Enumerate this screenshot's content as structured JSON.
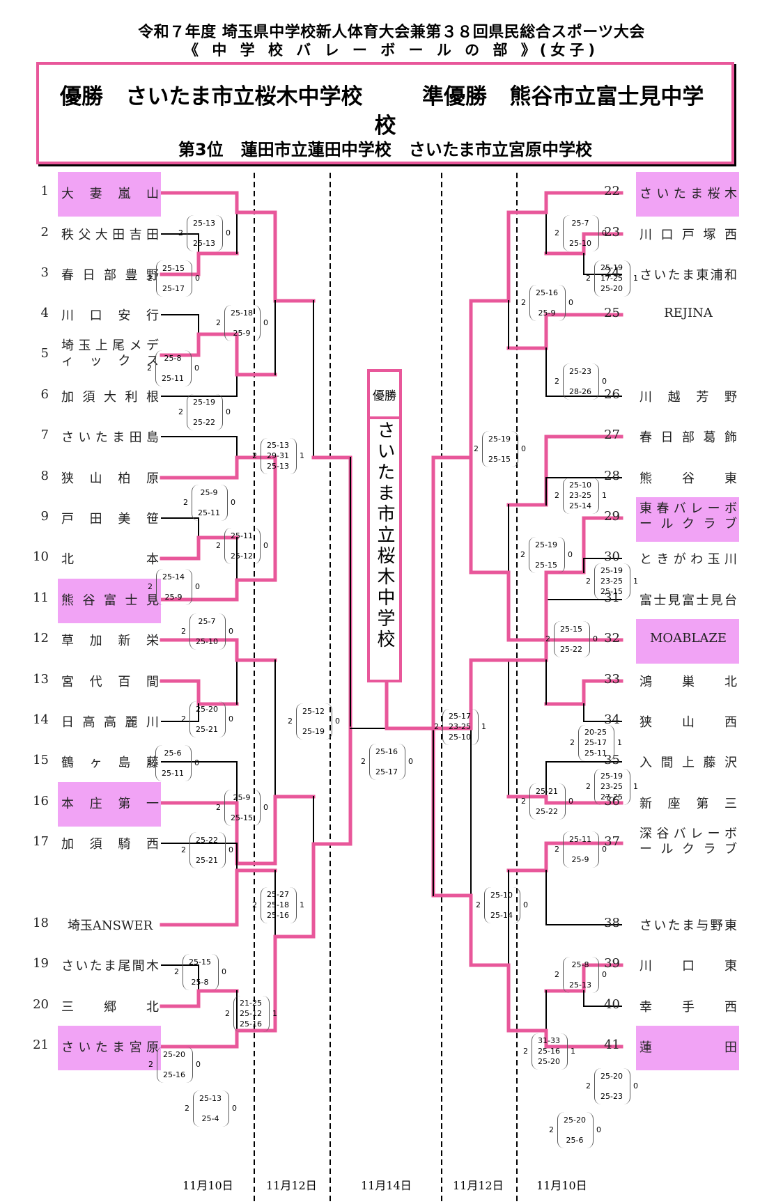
{
  "header": {
    "title_line1": "令和７年度 埼玉県中学校新人体育大会兼第３８回県民総合スポーツ大会",
    "title_line2": "《 中 学 校 バ レ ー ボ ー ル の 部 》(女子)"
  },
  "results": {
    "champion_label": "優勝",
    "champion": "さいたま市立桜木中学校",
    "runner_up_label": "準優勝",
    "runner_up": "熊谷市立富士見中学校",
    "third_label": "第3位",
    "third": [
      "蓮田市立蓮田中学校",
      "さいたま市立宮原中学校"
    ]
  },
  "final_box": {
    "label": "優勝",
    "name": "さいたま市立桜木中学校"
  },
  "colors": {
    "accent": "#e8579a",
    "highlight": "#f1a3f5"
  },
  "dates": [
    "11月10日",
    "11月12日",
    "11月14日",
    "11月12日",
    "11月10日"
  ],
  "teams_left": [
    {
      "no": "1",
      "name": "大妻嵐山",
      "hl": true
    },
    {
      "no": "2",
      "name": "秩父大田吉田"
    },
    {
      "no": "3",
      "name": "春日部豊野"
    },
    {
      "no": "4",
      "name": "川口安行"
    },
    {
      "no": "5",
      "name": "埼玉上尾メディックス"
    },
    {
      "no": "6",
      "name": "加須大利根"
    },
    {
      "no": "7",
      "name": "さいたま田島"
    },
    {
      "no": "8",
      "name": "狭山柏原"
    },
    {
      "no": "9",
      "name": "戸田美笹"
    },
    {
      "no": "10",
      "name": "北本"
    },
    {
      "no": "11",
      "name": "熊谷富士見",
      "hl": true
    },
    {
      "no": "12",
      "name": "草加新栄"
    },
    {
      "no": "13",
      "name": "宮代百間"
    },
    {
      "no": "14",
      "name": "日高高麗川"
    },
    {
      "no": "15",
      "name": "鶴ヶ島藤"
    },
    {
      "no": "16",
      "name": "本庄第一",
      "hl": true
    },
    {
      "no": "17",
      "name": "加須騎西"
    },
    {
      "no": "18",
      "name": "埼玉ANSWER"
    },
    {
      "no": "19",
      "name": "さいたま尾間木"
    },
    {
      "no": "20",
      "name": "三郷北"
    },
    {
      "no": "21",
      "name": "さいたま宮原",
      "hl": true
    }
  ],
  "teams_right": [
    {
      "no": "22",
      "name": "さいたま桜木",
      "hl": true
    },
    {
      "no": "23",
      "name": "川口戸塚西"
    },
    {
      "no": "24",
      "name": "さいたま東浦和"
    },
    {
      "no": "25",
      "name": "REJINA"
    },
    {
      "no": "26",
      "name": "川越芳野"
    },
    {
      "no": "27",
      "name": "春日部葛飾"
    },
    {
      "no": "28",
      "name": "熊谷東"
    },
    {
      "no": "29",
      "name": "東春バレーボールクラブ",
      "hl": true
    },
    {
      "no": "30",
      "name": "ときがわ玉川"
    },
    {
      "no": "31",
      "name": "富士見富士見台"
    },
    {
      "no": "32",
      "name": "MOABLAZE",
      "hl": true
    },
    {
      "no": "33",
      "name": "鴻巣北"
    },
    {
      "no": "34",
      "name": "狭山西"
    },
    {
      "no": "35",
      "name": "入間上藤沢"
    },
    {
      "no": "36",
      "name": "新座第三"
    },
    {
      "no": "37",
      "name": "深谷バレーボールクラブ"
    },
    {
      "no": "38",
      "name": "さいたま与野東"
    },
    {
      "no": "39",
      "name": "川口東"
    },
    {
      "no": "40",
      "name": "幸手西"
    },
    {
      "no": "41",
      "name": "蓮田",
      "hl": true
    }
  ],
  "scores": [
    {
      "sets": [
        "25-13",
        "25-13"
      ],
      "w": "2",
      "l": "0"
    },
    {
      "sets": [
        "25-15",
        "25-17"
      ],
      "w": "2",
      "l": "0"
    },
    {
      "sets": [
        "25-18",
        "25-9"
      ],
      "w": "2",
      "l": "0"
    },
    {
      "sets": [
        "25-8",
        "25-11"
      ],
      "w": "2",
      "l": "0"
    },
    {
      "sets": [
        "25-19",
        "25-22"
      ],
      "w": "2",
      "l": "0"
    },
    {
      "sets": [
        "25-13",
        "29-31",
        "25-13"
      ],
      "w": "2",
      "l": "1"
    },
    {
      "sets": [
        "25-9",
        "25-11"
      ],
      "w": "2",
      "l": "0"
    },
    {
      "sets": [
        "25-11",
        "25-12"
      ],
      "w": "2",
      "l": "0"
    },
    {
      "sets": [
        "25-14",
        "25-9"
      ],
      "w": "2",
      "l": "0"
    },
    {
      "sets": [
        "25-7",
        "25-10"
      ],
      "w": "2",
      "l": "0"
    },
    {
      "sets": [
        "25-20",
        "25-21"
      ],
      "w": "2",
      "l": "0"
    },
    {
      "sets": [
        "25-6",
        "25-11"
      ],
      "w": "2",
      "l": "0"
    },
    {
      "sets": [
        "25-9",
        "25-15"
      ],
      "w": "2",
      "l": "0"
    },
    {
      "sets": [
        "25-22",
        "25-21"
      ],
      "w": "2",
      "l": "0"
    },
    {
      "sets": [
        "25-12",
        "25-19"
      ],
      "w": "2",
      "l": "0"
    },
    {
      "sets": [
        "25-27",
        "25-18",
        "25-16"
      ],
      "w": "2",
      "l": "1"
    },
    {
      "sets": [
        "25-15",
        "25-8"
      ],
      "w": "2",
      "l": "0"
    },
    {
      "sets": [
        "21-25",
        "25-12",
        "25-16"
      ],
      "w": "2",
      "l": "1"
    },
    {
      "sets": [
        "25-20",
        "25-16"
      ],
      "w": "2",
      "l": "0"
    },
    {
      "sets": [
        "25-13",
        "25-4"
      ],
      "w": "2",
      "l": "0"
    },
    {
      "sets": [
        "25-16",
        "25-17"
      ],
      "w": "2",
      "l": "0"
    },
    {
      "sets": [
        "25-7",
        "25-10"
      ],
      "w": "2",
      "l": "0"
    },
    {
      "sets": [
        "25-19",
        "17-25",
        "25-20"
      ],
      "w": "2",
      "l": "1"
    },
    {
      "sets": [
        "25-16",
        "25-9"
      ],
      "w": "2",
      "l": "0"
    },
    {
      "sets": [
        "25-23",
        "28-26"
      ],
      "w": "2",
      "l": "0"
    },
    {
      "sets": [
        "25-19",
        "25-15"
      ],
      "w": "2",
      "l": "0"
    },
    {
      "sets": [
        "25-10",
        "23-25",
        "25-14"
      ],
      "w": "2",
      "l": "1"
    },
    {
      "sets": [
        "25-19",
        "25-15"
      ],
      "w": "2",
      "l": "0"
    },
    {
      "sets": [
        "25-19",
        "23-25",
        "25-15"
      ],
      "w": "2",
      "l": "1"
    },
    {
      "sets": [
        "25-15",
        "25-22"
      ],
      "w": "2",
      "l": "0"
    },
    {
      "sets": [
        "25-17",
        "23-25",
        "25-10"
      ],
      "w": "2",
      "l": "1"
    },
    {
      "sets": [
        "20-25",
        "25-17",
        "25-11"
      ],
      "w": "2",
      "l": "1"
    },
    {
      "sets": [
        "25-19",
        "23-25",
        "27-25"
      ],
      "w": "2",
      "l": "1"
    },
    {
      "sets": [
        "25-21",
        "25-22"
      ],
      "w": "2",
      "l": "0"
    },
    {
      "sets": [
        "25-11",
        "25-9"
      ],
      "w": "2",
      "l": "0"
    },
    {
      "sets": [
        "25-10",
        "25-14"
      ],
      "w": "2",
      "l": "0"
    },
    {
      "sets": [
        "25-8",
        "25-13"
      ],
      "w": "2",
      "l": "0"
    },
    {
      "sets": [
        "31-33",
        "25-16",
        "25-20"
      ],
      "w": "2",
      "l": "1"
    },
    {
      "sets": [
        "25-20",
        "25-23"
      ],
      "w": "2",
      "l": "0"
    },
    {
      "sets": [
        "25-20",
        "25-6"
      ],
      "w": "2",
      "l": "0"
    }
  ]
}
